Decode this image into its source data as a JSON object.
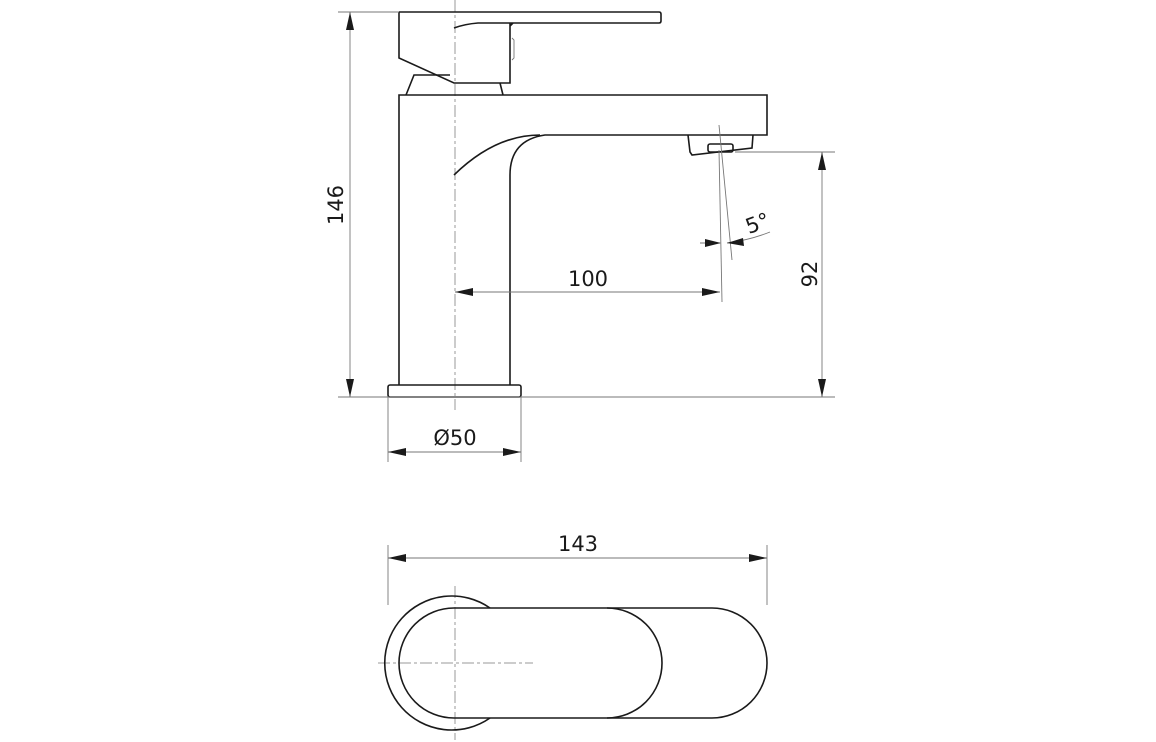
{
  "drawing": {
    "side_view": {
      "height_dim": "146",
      "spout_height_dim": "92",
      "reach_dim": "100",
      "angle_dim": "5°",
      "base_diameter_dim": "Ø50"
    },
    "top_view": {
      "length_dim": "143"
    }
  }
}
